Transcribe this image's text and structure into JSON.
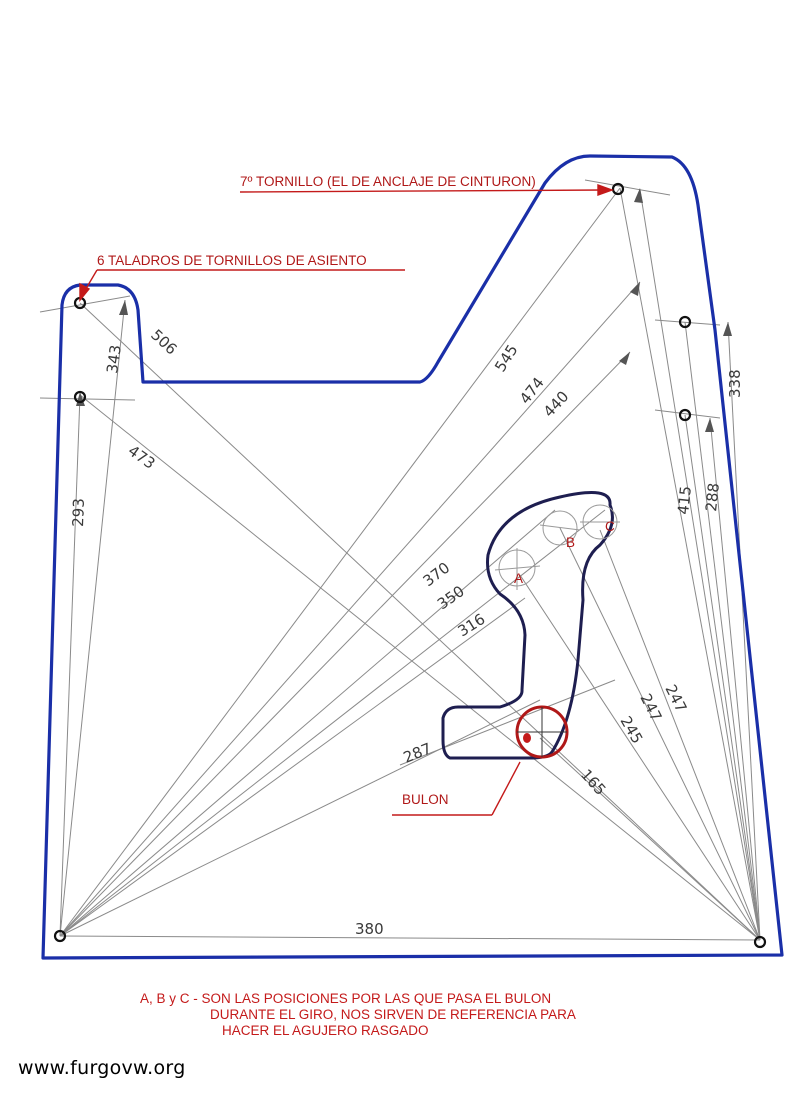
{
  "labels": {
    "belt_bolt": "7º TORNILLO (EL DE ANCLAJE DE CINTURON)",
    "seat_holes": "6 TALADROS DE TORNILLOS DE ASIENTO",
    "bulon": "BULON"
  },
  "positions": {
    "a": "A",
    "b": "B",
    "c": "C"
  },
  "dimensions": {
    "d545": "545",
    "d474": "474",
    "d440": "440",
    "d506": "506",
    "d343": "343",
    "d293": "293",
    "d473": "473",
    "d338": "338",
    "d415": "415",
    "d288": "288",
    "d370": "370",
    "d350": "350",
    "d316": "316",
    "d287": "287",
    "d247a": "247",
    "d247b": "247",
    "d245": "245",
    "d165": "165",
    "d380": "380"
  },
  "notes": {
    "line1": "A, B y C - SON LAS POSICIONES POR LAS QUE PASA EL BULON",
    "line2": "DURANTE EL GIRO, NOS SIRVEN DE REFERENCIA PARA",
    "line3": "HACER EL AGUJERO RASGADO"
  },
  "watermark": "www.furgovw.org",
  "colors": {
    "outline": "#1a2fa8",
    "slot": "#1e1e50",
    "annotation": "#c41a1a",
    "construction": "#8a8a8a"
  }
}
